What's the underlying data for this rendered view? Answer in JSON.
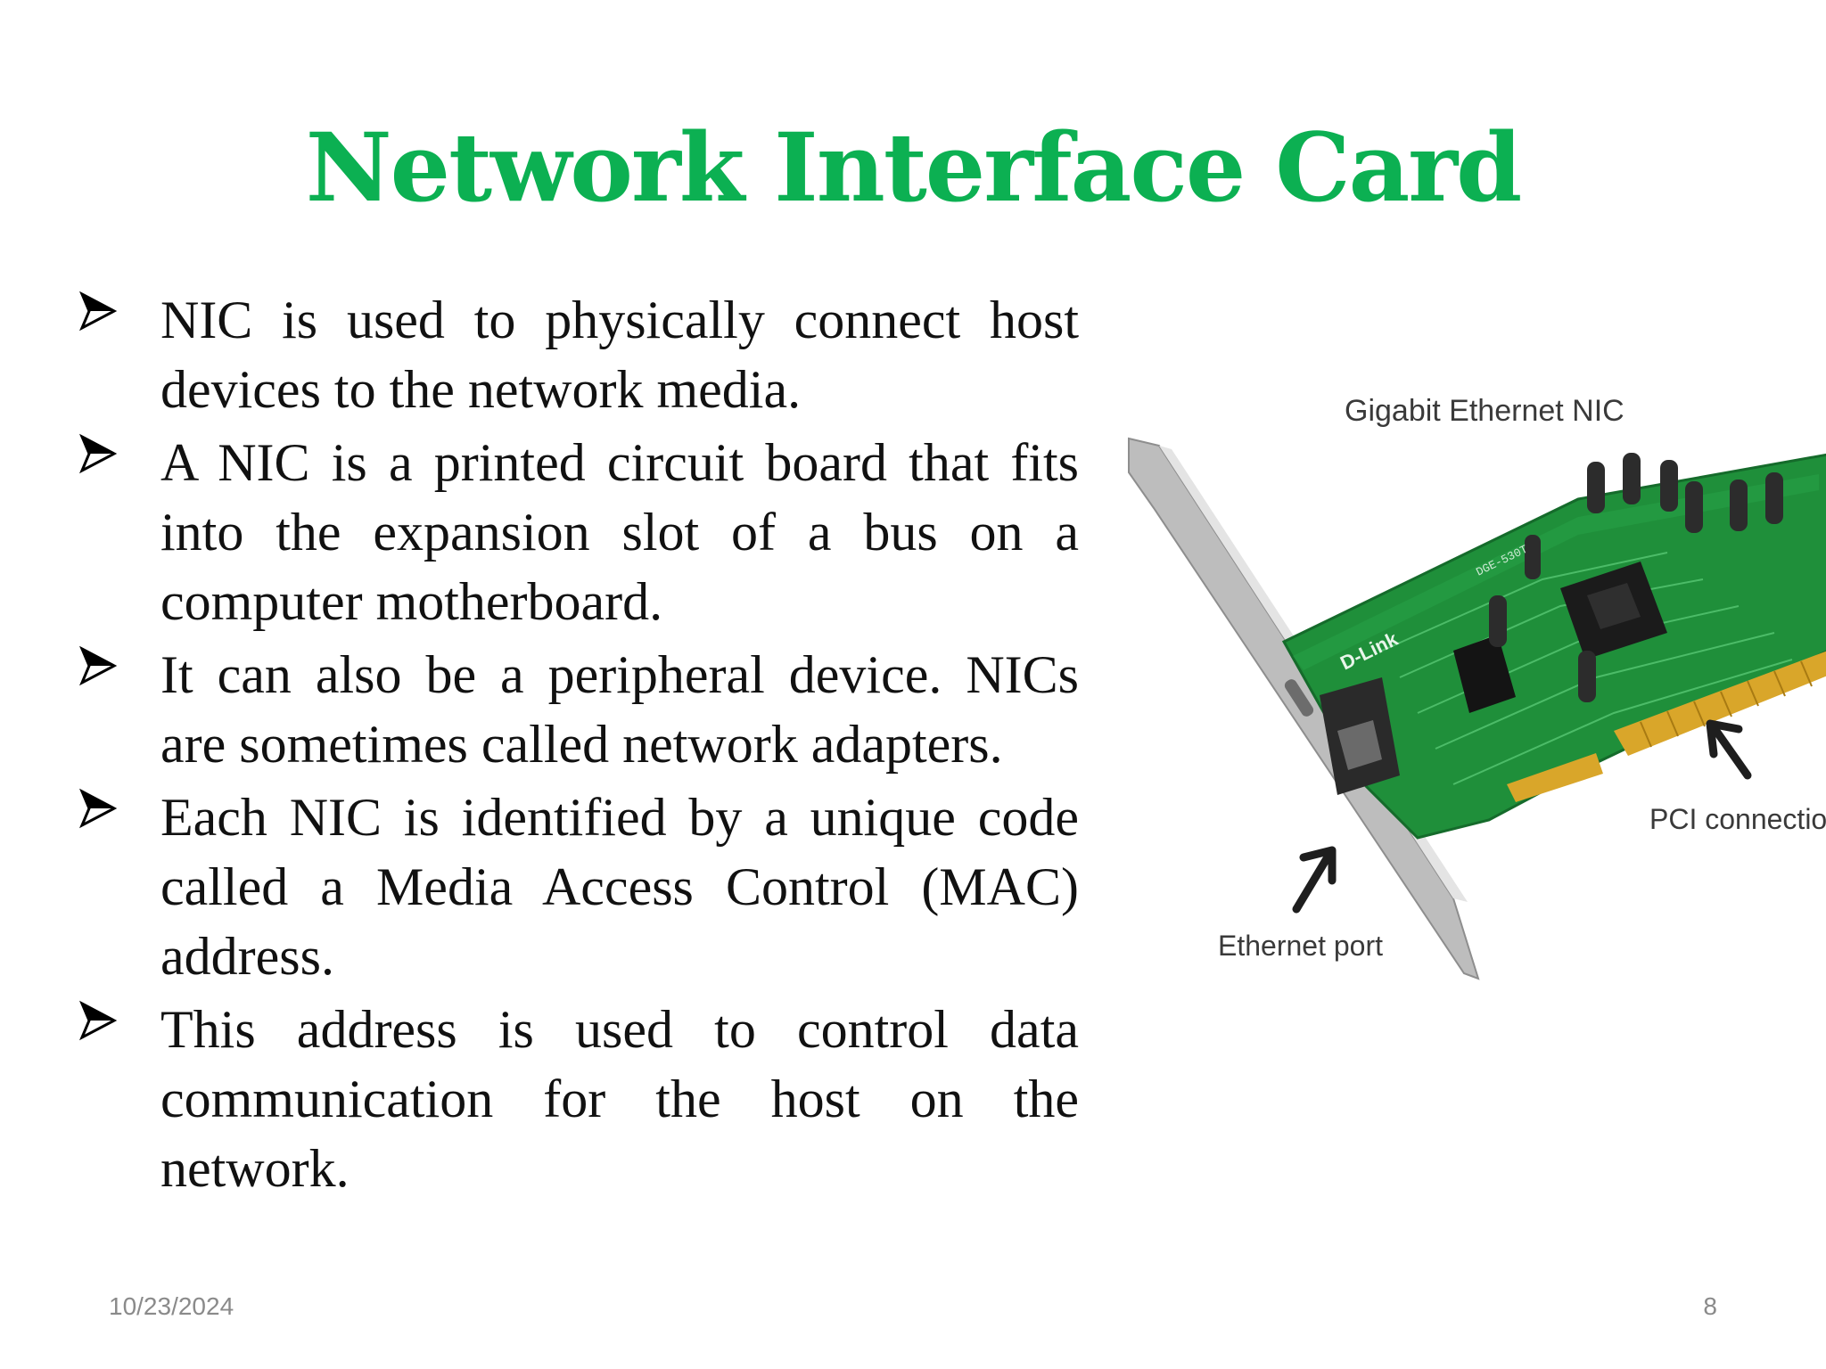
{
  "slide": {
    "title": "Network Interface Card",
    "bullets": [
      "NIC is used to physically connect host devices to the network media.",
      "A NIC is a printed circuit board that fits into the expansion slot of a bus on a computer motherboard.",
      "It can also be a peripheral device. NICs are sometimes called network adapters.",
      "Each NIC is identified by a unique code called a Media Access Control (MAC) address.",
      "This address is used to control data communication for the host on the network."
    ],
    "image": {
      "label_top": "Gigabit Ethernet NIC",
      "label_pci": "PCI connection",
      "label_ethernet": "Ethernet port",
      "board_brand": "D-Link",
      "board_model": "DGE-530T"
    },
    "footer": {
      "date": "10/23/2024",
      "page_number": "8"
    }
  },
  "colors": {
    "title": "#0cb052",
    "board": "#1f8f3a",
    "gold_contacts": "#d9a62a",
    "bracket": "#b5b5b5"
  }
}
